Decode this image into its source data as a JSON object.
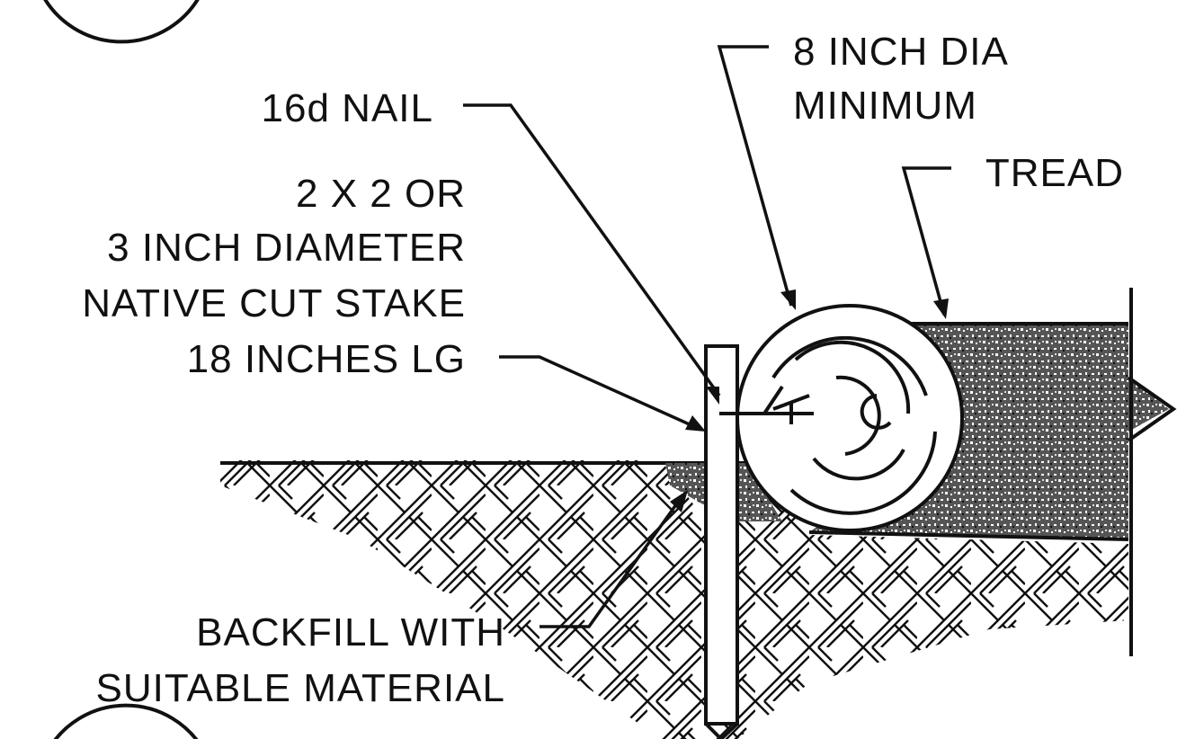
{
  "drawing": {
    "labels": {
      "nail": "16d NAIL",
      "log_dia_line1": "8 INCH DIA",
      "log_dia_line2": "MINIMUM",
      "tread": "TREAD",
      "stake_line1": "2 X 2 OR",
      "stake_line2": "3 INCH DIAMETER",
      "stake_line3": "NATIVE CUT STAKE",
      "stake_line4": "18 INCHES LG",
      "backfill_line1": "BACKFILL WITH",
      "backfill_line2": "SUITABLE MATERIAL"
    },
    "components": {
      "log": "log-cross-section",
      "stake": "stake",
      "tread": "tread-fill",
      "soil": "earth-hatch",
      "backfill": "backfill-fill"
    }
  }
}
